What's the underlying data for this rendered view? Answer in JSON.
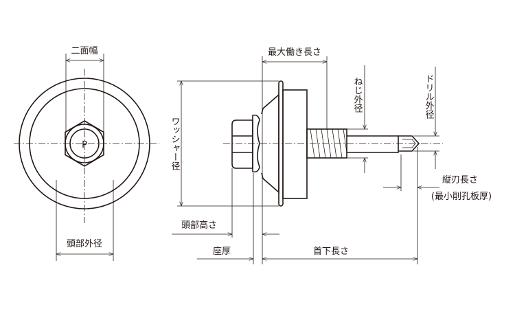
{
  "top_view": {
    "head_mark": "P",
    "across_flats_label": "二面幅",
    "head_outer_diameter_label": "頭部外径"
  },
  "side_view": {
    "washer_diameter_label": "ワッシャー径",
    "max_working_length_label": "最大働き長さ",
    "thread_outer_diameter_label": "ねじ外径",
    "drill_outer_diameter_label": "ドリル外径",
    "flute_length_label": "縦刃長さ",
    "flute_length_note": "(最小削孔板厚)",
    "head_height_label": "頭部高さ",
    "seat_thickness_label": "座厚",
    "under_head_length_label": "首下長さ"
  }
}
